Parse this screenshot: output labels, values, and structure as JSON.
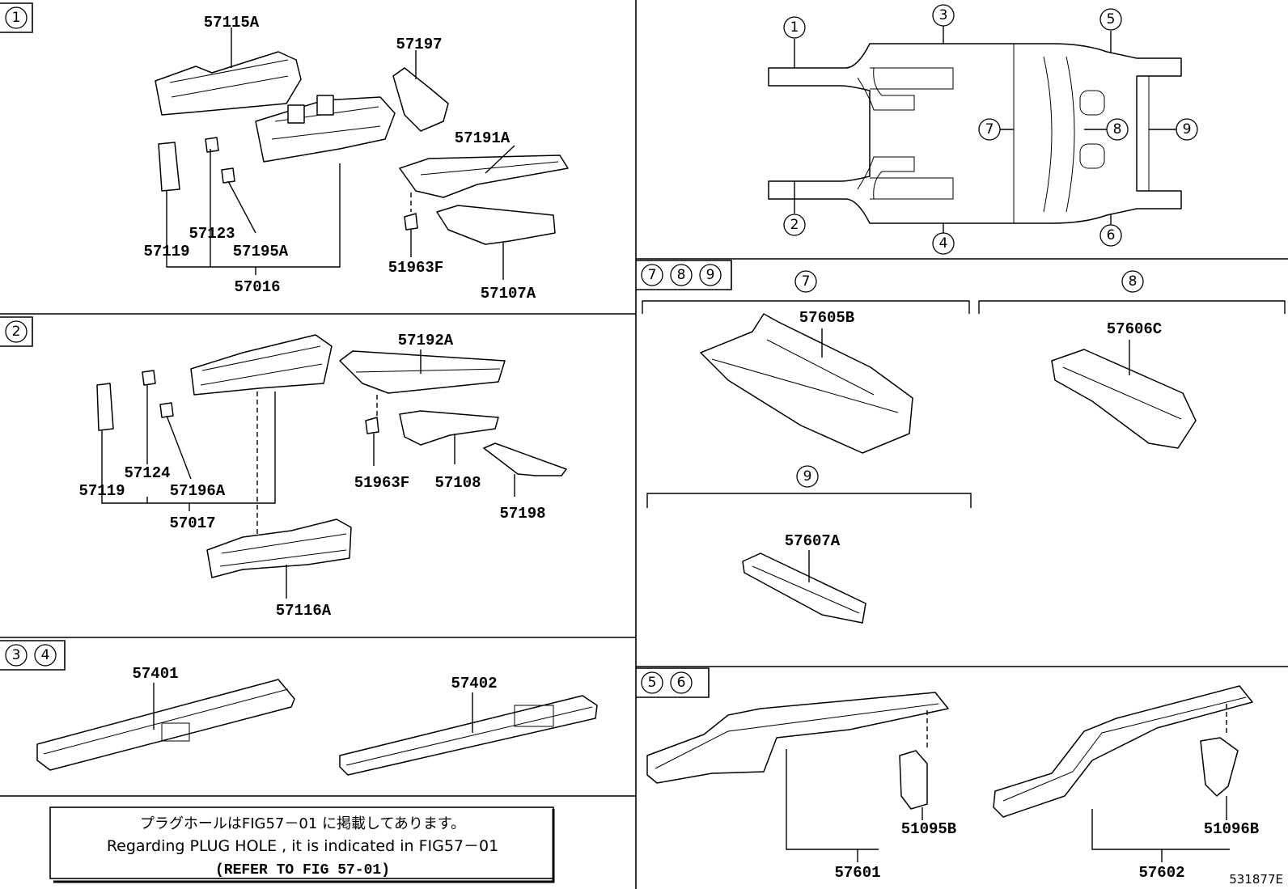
{
  "sections": {
    "s1": {
      "tag": [
        "1"
      ]
    },
    "s2": {
      "tag": [
        "2"
      ]
    },
    "s34": {
      "tag": [
        "3",
        "4"
      ]
    },
    "s789": {
      "tag": [
        "7",
        "8",
        "9"
      ],
      "sub7": "7",
      "sub8": "8",
      "sub9": "9"
    },
    "s56": {
      "tag": [
        "5",
        "6"
      ]
    }
  },
  "overview_callouts": [
    "1",
    "2",
    "3",
    "4",
    "5",
    "6",
    "7",
    "8",
    "9"
  ],
  "parts": {
    "p57115A": "57115A",
    "p57197": "57197",
    "p57191A": "57191A",
    "p57123": "57123",
    "p57119a": "57119",
    "p57195A": "57195A",
    "p57016": "57016",
    "p51963Fa": "51963F",
    "p57107A": "57107A",
    "p57192A": "57192A",
    "p57124": "57124",
    "p57119b": "57119",
    "p57196A": "57196A",
    "p57017": "57017",
    "p51963Fb": "51963F",
    "p57108": "57108",
    "p57198": "57198",
    "p57116A": "57116A",
    "p57401": "57401",
    "p57402": "57402",
    "p57605B": "57605B",
    "p57606C": "57606C",
    "p57607A": "57607A",
    "p51095B": "51095B",
    "p51096B": "51096B",
    "p57601": "57601",
    "p57602": "57602"
  },
  "note": {
    "japanese": "プラグホールはFIG57－01 に掲載してあります。",
    "english": "Regarding  PLUG  HOLE  ,  it  is  indicated  in  FIG57－01",
    "refer": "(REFER  TO  FIG 57-01)"
  },
  "figure_id": "531877E"
}
